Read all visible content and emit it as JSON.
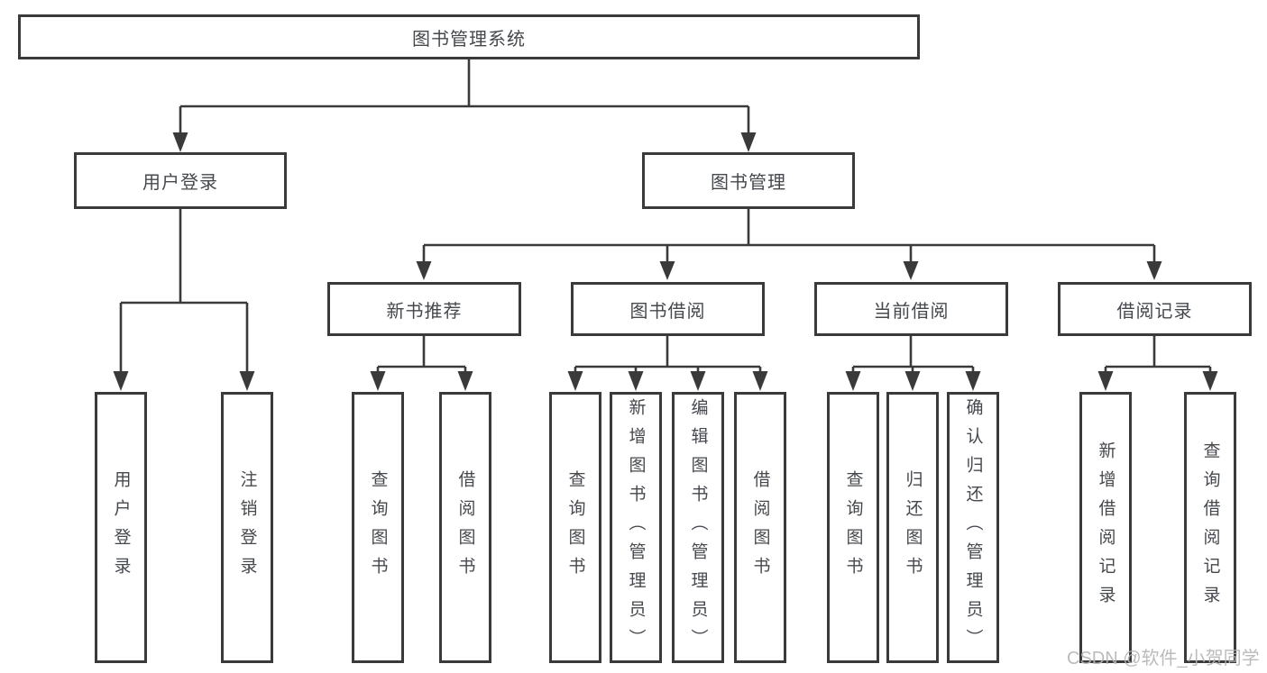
{
  "colors": {
    "border": "#3a3a3a",
    "line": "#3a3a3a",
    "text": "#45484d",
    "watermark": "#b4b4b4",
    "background": "#ffffff"
  },
  "watermark": {
    "text": "CSDN @软件_小贺同学"
  },
  "diagram": {
    "type": "hierarchy-tree",
    "nodes": {
      "root": {
        "label": "图书管理系统"
      },
      "user_login": {
        "label": "用户登录"
      },
      "book_mgmt": {
        "label": "图书管理"
      },
      "new_books": {
        "label": "新书推荐"
      },
      "book_borrow": {
        "label": "图书借阅"
      },
      "current_borrow": {
        "label": "当前借阅"
      },
      "borrow_records": {
        "label": "借阅记录"
      },
      "login_leaf": {
        "label": "用户登录"
      },
      "logout_leaf": {
        "label": "注销登录"
      },
      "nb_query": {
        "label": "查询图书"
      },
      "nb_borrow": {
        "label": "借阅图书"
      },
      "bb_query": {
        "label": "查询图书"
      },
      "bb_add": {
        "label": "新增图书（管理员）"
      },
      "bb_edit": {
        "label": "编辑图书（管理员）"
      },
      "bb_borrow": {
        "label": "借阅图书"
      },
      "cb_query": {
        "label": "查询图书"
      },
      "cb_return": {
        "label": "归还图书"
      },
      "cb_confirm": {
        "label": "确认归还（管理员）"
      },
      "br_add": {
        "label": "新增借阅记录"
      },
      "br_query": {
        "label": "查询借阅记录"
      }
    },
    "edges": [
      {
        "from": "图书管理系统",
        "to": [
          "用户登录",
          "图书管理"
        ]
      },
      {
        "from": "用户登录",
        "to": [
          "用户登录",
          "注销登录"
        ]
      },
      {
        "from": "图书管理",
        "to": [
          "新书推荐",
          "图书借阅",
          "当前借阅",
          "借阅记录"
        ]
      },
      {
        "from": "新书推荐",
        "to": [
          "查询图书",
          "借阅图书"
        ]
      },
      {
        "from": "图书借阅",
        "to": [
          "查询图书",
          "新增图书（管理员）",
          "编辑图书（管理员）",
          "借阅图书"
        ]
      },
      {
        "from": "当前借阅",
        "to": [
          "查询图书",
          "归还图书",
          "确认归还（管理员）"
        ]
      },
      {
        "from": "借阅记录",
        "to": [
          "新增借阅记录",
          "查询借阅记录"
        ]
      }
    ]
  }
}
